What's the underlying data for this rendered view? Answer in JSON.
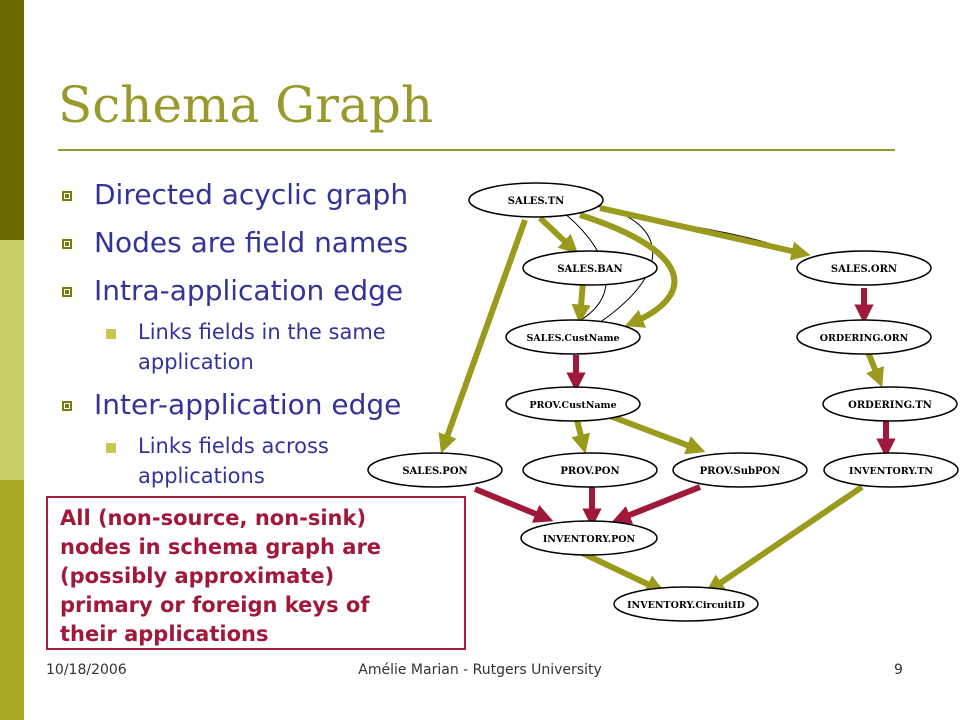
{
  "slide": {
    "title": "Schema Graph",
    "bullets": [
      {
        "level": 1,
        "text": "Directed acyclic graph"
      },
      {
        "level": 1,
        "text": "Nodes are field names"
      },
      {
        "level": 1,
        "text": "Intra-application edge"
      },
      {
        "level": 2,
        "text": "Links fields in the same"
      },
      {
        "level": 2,
        "text": "application"
      },
      {
        "level": 1,
        "text": "Inter-application edge"
      },
      {
        "level": 2,
        "text": "Links fields across"
      },
      {
        "level": 2,
        "text": "applications"
      }
    ],
    "note_lines": [
      "All (non-source, non-sink)",
      "nodes in schema graph are",
      "(possibly approximate)",
      "primary or foreign keys of",
      "their applications"
    ],
    "footer": {
      "date": "10/18/2006",
      "author": "Amélie Marian - Rutgers University",
      "page": "9"
    }
  },
  "graph": {
    "nodes": [
      {
        "id": "sales_tn",
        "label": "SALES.TN"
      },
      {
        "id": "sales_ban",
        "label": "SALES.BAN"
      },
      {
        "id": "sales_orn",
        "label": "SALES.ORN"
      },
      {
        "id": "sales_custname",
        "label": "SALES.CustName"
      },
      {
        "id": "ordering_orn",
        "label": "ORDERING.ORN"
      },
      {
        "id": "prov_custname",
        "label": "PROV.CustName"
      },
      {
        "id": "ordering_tn",
        "label": "ORDERING.TN"
      },
      {
        "id": "sales_pon",
        "label": "SALES.PON"
      },
      {
        "id": "prov_pon",
        "label": "PROV.PON"
      },
      {
        "id": "prov_subpon",
        "label": "PROV.SubPON"
      },
      {
        "id": "inventory_tn",
        "label": "INVENTORY.TN"
      },
      {
        "id": "inventory_pon",
        "label": "INVENTORY.PON"
      },
      {
        "id": "inventory_circuitid",
        "label": "INVENTORY.CircuitID"
      }
    ],
    "colors": {
      "inter": "#9a9a1c",
      "intra": "#a0183a",
      "thin": "#000000"
    }
  }
}
